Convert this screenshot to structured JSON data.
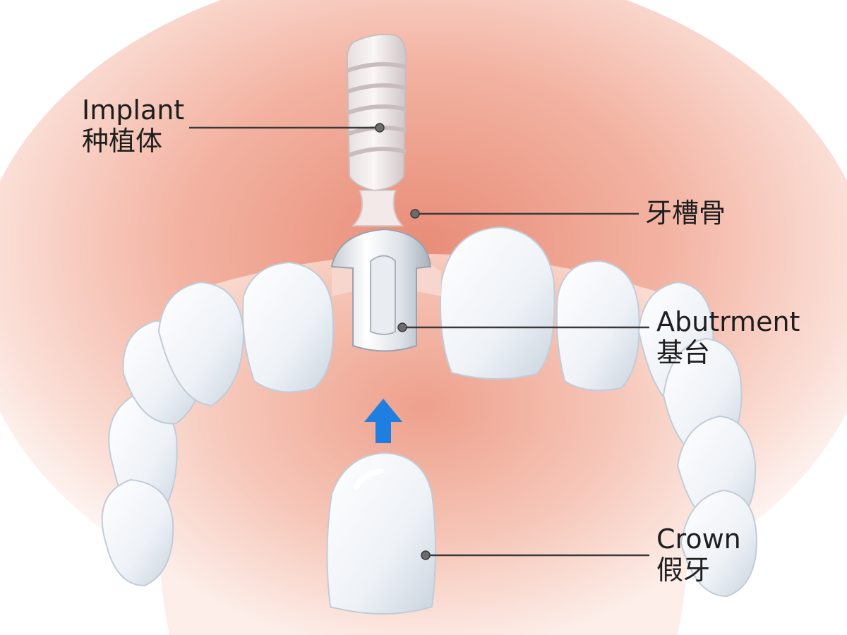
{
  "labels": {
    "implant": {
      "en": "Implant",
      "zh": "种植体"
    },
    "alveolar_bone": {
      "zh": "牙槽骨"
    },
    "abutment": {
      "en": "Abutrment",
      "zh": "基台"
    },
    "crown": {
      "en": "Crown",
      "zh": "假牙"
    }
  },
  "colors": {
    "gum": "#f6c9bd",
    "gum_deep": "#e9a08c",
    "tooth": "#f4f7fa",
    "arrow": "#1f7fe0",
    "line": "#3a3a3a"
  }
}
